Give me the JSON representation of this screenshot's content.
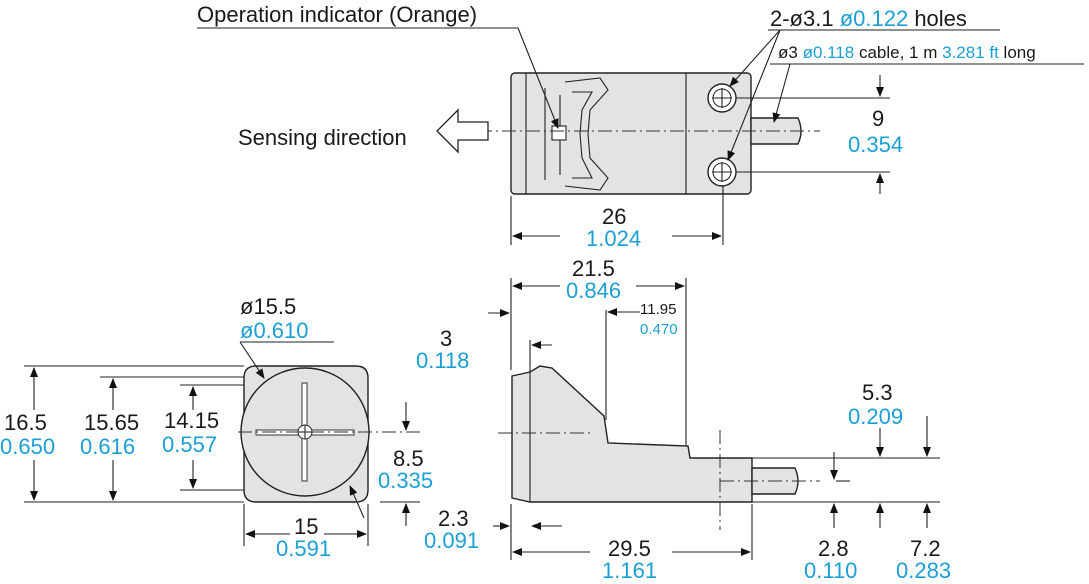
{
  "labels": {
    "operation_indicator": "Operation indicator (Orange)",
    "holes_prefix": "2-ø3.1 ",
    "holes_in": "ø0.122",
    "holes_suffix": " holes",
    "cable_a": "ø3 ",
    "cable_in": "ø0.118",
    "cable_b": " cable, 1 m ",
    "cable_ft": "3.281 ft",
    "cable_c": " long",
    "sensing_direction": "Sensing direction"
  },
  "dimensions": {
    "hole_pitch": {
      "mm": "9",
      "in": "0.354"
    },
    "top_width": {
      "mm": "26",
      "in": "1.024"
    },
    "depth_21_5": {
      "mm": "21.5",
      "in": "0.846"
    },
    "depth_11_95": {
      "mm": "11.95",
      "in": "0.470"
    },
    "face_3": {
      "mm": "3",
      "in": "0.118"
    },
    "diameter": {
      "mm": "ø15.5",
      "in": "ø0.610"
    },
    "h_16_5": {
      "mm": "16.5",
      "in": "0.650"
    },
    "h_15_65": {
      "mm": "15.65",
      "in": "0.616"
    },
    "h_14_15": {
      "mm": "14.15",
      "in": "0.557"
    },
    "h_8_5": {
      "mm": "8.5",
      "in": "0.335"
    },
    "w_15": {
      "mm": "15",
      "in": "0.591"
    },
    "t_2_3": {
      "mm": "2.3",
      "in": "0.091"
    },
    "len_29_5": {
      "mm": "29.5",
      "in": "1.161"
    },
    "h_5_3": {
      "mm": "5.3",
      "in": "0.209"
    },
    "h_2_8": {
      "mm": "2.8",
      "in": "0.110"
    },
    "h_7_2": {
      "mm": "7.2",
      "in": "0.283"
    }
  },
  "colors": {
    "inch_text": "#1a9fd6",
    "body_fill": "#e3e3e3",
    "line": "#222222"
  }
}
